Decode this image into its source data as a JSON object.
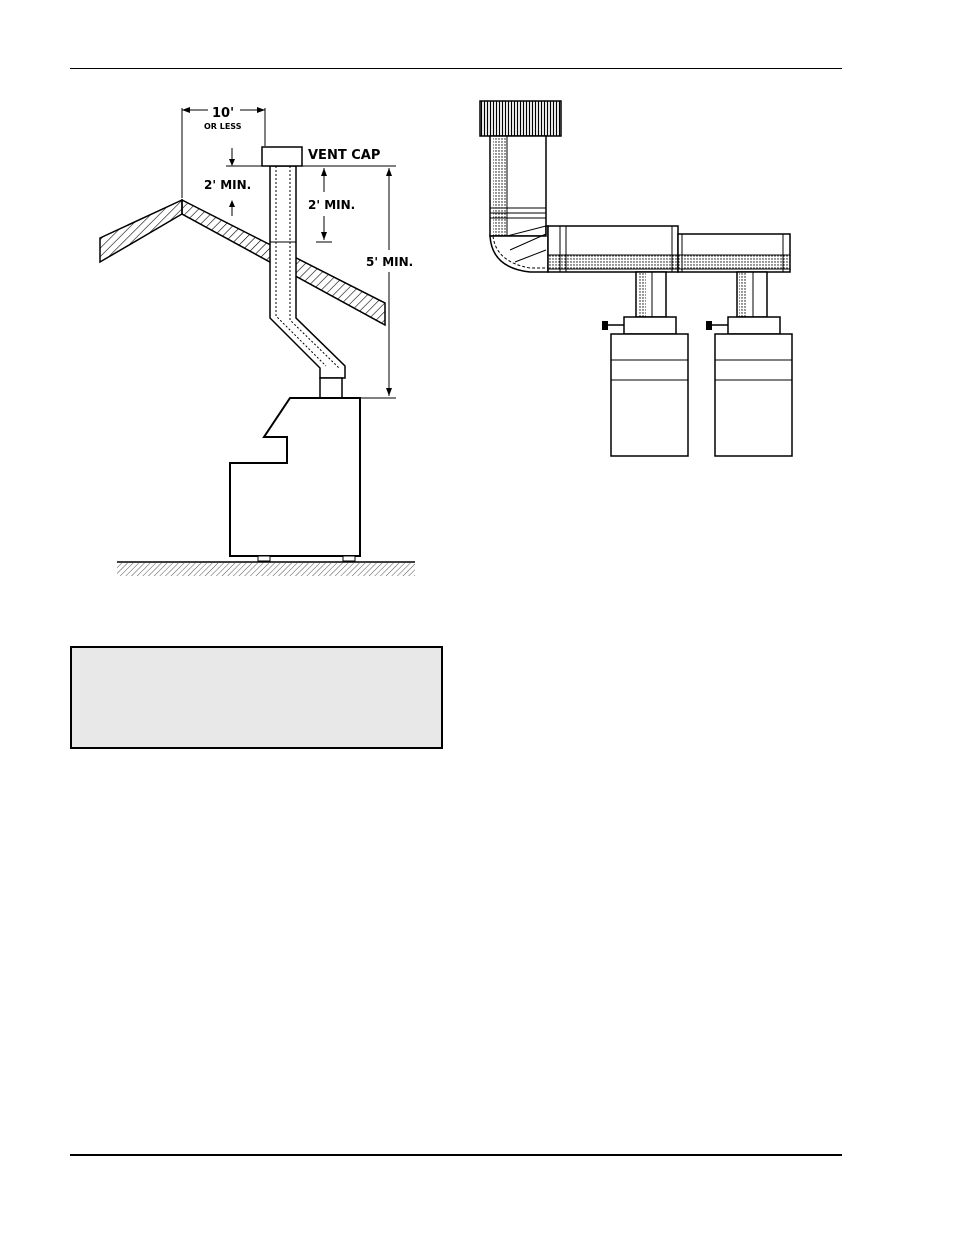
{
  "diagram_left": {
    "labels": {
      "horizontal_distance": "10'",
      "horizontal_note": "OR LESS",
      "cap_to_roof": "2' MIN.",
      "vent_cap": "VENT CAP",
      "cap_above": "2' MIN.",
      "cap_height": "5' MIN."
    }
  },
  "note_box": {
    "text": ""
  },
  "colors": {
    "line": "#000000",
    "note_fill": "#e8e8e8"
  }
}
